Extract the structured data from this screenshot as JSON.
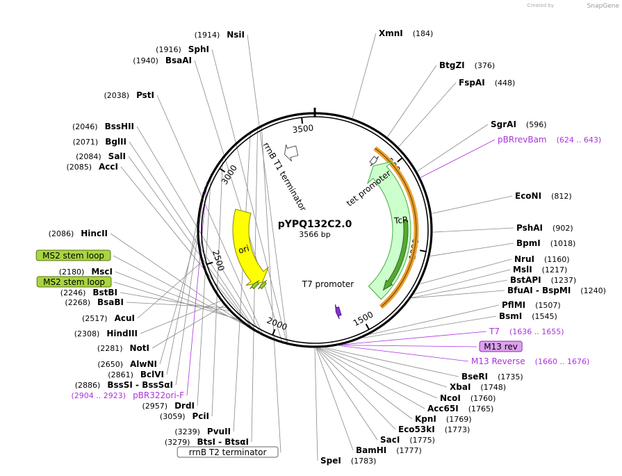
{
  "credit": {
    "prefix": "Created by",
    "brand": "SnapGene"
  },
  "plasmid": {
    "name": "pYPQ132C2.0",
    "size_label": "3566 bp",
    "length": 3566
  },
  "ticks": [
    {
      "pos": 500,
      "label": "500"
    },
    {
      "pos": 1000,
      "label": "1000"
    },
    {
      "pos": 1500,
      "label": "1500"
    },
    {
      "pos": 2000,
      "label": "2000"
    },
    {
      "pos": 2500,
      "label": "2500"
    },
    {
      "pos": 3000,
      "label": "3000"
    },
    {
      "pos": 3500,
      "label": "3500"
    }
  ],
  "features": [
    {
      "name": "ori",
      "label": "ori",
      "start": 2230,
      "end": 2820,
      "direction": "reverse",
      "color": "#ffff00",
      "stroke": "#888800"
    },
    {
      "name": "tcr",
      "label": "TcR",
      "start": 420,
      "end": 1350,
      "direction": "reverse",
      "color": "#ccffcc",
      "stroke": "#44aa44"
    },
    {
      "name": "tcr-cds-inner",
      "label": "",
      "start": 830,
      "end": 1300,
      "direction": "forward",
      "color": "#55aa33",
      "stroke": "#336622",
      "thin": true
    },
    {
      "name": "tet-promoter",
      "label": "tet promoter",
      "start": 385,
      "end": 415,
      "direction": "forward",
      "color": "#ffffff",
      "stroke": "#444444"
    },
    {
      "name": "t7-promoter",
      "label": "T7 promoter",
      "start": 1612,
      "end": 1640,
      "direction": "forward",
      "color": "#8833cc",
      "stroke": "#441188"
    },
    {
      "name": "rrnb-t1",
      "label": "rrnB T1 terminator",
      "start": 3350,
      "end": 3440,
      "direction": "reverse",
      "color": "#ffffff",
      "stroke": "#555555"
    },
    {
      "name": "ms2-1",
      "label": "",
      "start": 2240,
      "end": 2265,
      "direction": "forward",
      "color": "#99cc33",
      "stroke": "#557711"
    },
    {
      "name": "ms2-2",
      "label": "",
      "start": 2200,
      "end": 2225,
      "direction": "forward",
      "color": "#99cc33",
      "stroke": "#557711"
    }
  ],
  "orange_arc": {
    "start": 360,
    "end": 1380
  },
  "sites": [
    {
      "text": "XmnI",
      "num": "(184)",
      "pos": 184,
      "side": "right"
    },
    {
      "text": "BtgZI",
      "num": "(376)",
      "pos": 376,
      "side": "right"
    },
    {
      "text": "FspAI",
      "num": "(448)",
      "pos": 448,
      "side": "right"
    },
    {
      "text": "SgrAI",
      "num": "(596)",
      "pos": 596,
      "side": "right"
    },
    {
      "text": "pBRrevBam",
      "num": "(624 .. 643)",
      "pos": 630,
      "side": "right",
      "kind": "primer"
    },
    {
      "text": "EcoNI",
      "num": "(812)",
      "pos": 812,
      "side": "right"
    },
    {
      "text": "PshAI",
      "num": "(902)",
      "pos": 902,
      "side": "right"
    },
    {
      "text": "BpmI",
      "num": "(1018)",
      "pos": 1018,
      "side": "right"
    },
    {
      "text": "NruI",
      "num": "(1160)",
      "pos": 1160,
      "side": "right"
    },
    {
      "text": "MslI",
      "num": "(1217)",
      "pos": 1217,
      "side": "right"
    },
    {
      "text": "BstAPI",
      "num": "(1237)",
      "pos": 1237,
      "side": "right"
    },
    {
      "text": "BfuAI  -  BspMI",
      "num": "(1240)",
      "pos": 1240,
      "side": "right"
    },
    {
      "text": "PflMI",
      "num": "(1507)",
      "pos": 1507,
      "side": "right"
    },
    {
      "text": "BsmI",
      "num": "(1545)",
      "pos": 1545,
      "side": "right"
    },
    {
      "text": "T7",
      "num": "(1636 .. 1655)",
      "pos": 1640,
      "side": "right",
      "kind": "primer"
    },
    {
      "text": "M13 rev",
      "num": "",
      "pos": 1655,
      "side": "right",
      "kind": "boxed"
    },
    {
      "text": "M13 Reverse",
      "num": "(1660 .. 1676)",
      "pos": 1665,
      "side": "right",
      "kind": "primer"
    },
    {
      "text": "BseRI",
      "num": "(1735)",
      "pos": 1735,
      "side": "right"
    },
    {
      "text": "XbaI",
      "num": "(1748)",
      "pos": 1748,
      "side": "right"
    },
    {
      "text": "NcoI",
      "num": "(1760)",
      "pos": 1760,
      "side": "right"
    },
    {
      "text": "Acc65I",
      "num": "(1765)",
      "pos": 1765,
      "side": "right"
    },
    {
      "text": "KpnI",
      "num": "(1769)",
      "pos": 1769,
      "side": "right"
    },
    {
      "text": "Eco53kI",
      "num": "(1773)",
      "pos": 1773,
      "side": "right"
    },
    {
      "text": "SacI",
      "num": "(1775)",
      "pos": 1775,
      "side": "right"
    },
    {
      "text": "BamHI",
      "num": "(1777)",
      "pos": 1777,
      "side": "right"
    },
    {
      "text": "SpeI",
      "num": "(1783)",
      "pos": 1783,
      "side": "right"
    },
    {
      "text": "NsiI",
      "num": "(1914)",
      "pos": 1914,
      "side": "left"
    },
    {
      "text": "SphI",
      "num": "(1916)",
      "pos": 1916,
      "side": "left"
    },
    {
      "text": "BsaAI",
      "num": "(1940)",
      "pos": 1940,
      "side": "left"
    },
    {
      "text": "PstI",
      "num": "(2038)",
      "pos": 2038,
      "side": "left"
    },
    {
      "text": "BssHII",
      "num": "(2046)",
      "pos": 2046,
      "side": "left"
    },
    {
      "text": "BglII",
      "num": "(2071)",
      "pos": 2071,
      "side": "left"
    },
    {
      "text": "SalI",
      "num": "(2084)",
      "pos": 2084,
      "side": "left"
    },
    {
      "text": "AccI",
      "num": "(2085)",
      "pos": 2085,
      "side": "left"
    },
    {
      "text": "HincII",
      "num": "(2086)",
      "pos": 2086,
      "side": "left"
    },
    {
      "text": "MS2 stem loop",
      "num": "",
      "pos": 2150,
      "side": "left",
      "kind": "greenbox"
    },
    {
      "text": "MscI",
      "num": "(2180)",
      "pos": 2180,
      "side": "left"
    },
    {
      "text": "MS2 stem loop",
      "num": "",
      "pos": 2190,
      "side": "left",
      "kind": "greenbox"
    },
    {
      "text": "BstBI",
      "num": "(2246)",
      "pos": 2246,
      "side": "left"
    },
    {
      "text": "BsaBI",
      "num": "(2268)",
      "pos": 2268,
      "side": "left"
    },
    {
      "text": "NotI",
      "num": "(2281)",
      "pos": 2281,
      "side": "left"
    },
    {
      "text": "HindIII",
      "num": "(2308)",
      "pos": 2308,
      "side": "left"
    },
    {
      "text": "AcuI",
      "num": "(2517)",
      "pos": 2517,
      "side": "left"
    },
    {
      "text": "AlwNI",
      "num": "(2650)",
      "pos": 2650,
      "side": "left"
    },
    {
      "text": "BclVI",
      "num": "(2861)",
      "pos": 2861,
      "side": "left"
    },
    {
      "text": "BssSI  -  BssSαI",
      "num": "(2886)",
      "pos": 2886,
      "side": "left"
    },
    {
      "text": "pBR322ori-F",
      "num": "(2904 .. 2923)",
      "pos": 2913,
      "side": "left",
      "kind": "primer"
    },
    {
      "text": "DrdI",
      "num": "(2957)",
      "pos": 2957,
      "side": "left"
    },
    {
      "text": "PciI",
      "num": "(3059)",
      "pos": 3059,
      "side": "left"
    },
    {
      "text": "PvuII",
      "num": "(3239)",
      "pos": 3239,
      "side": "left"
    },
    {
      "text": "BtsI  -  BtsαI",
      "num": "(3279)",
      "pos": 3279,
      "side": "left"
    },
    {
      "text": "rrnB T2 terminator",
      "num": "",
      "pos": 3300,
      "side": "left",
      "kind": "whitebox"
    }
  ]
}
